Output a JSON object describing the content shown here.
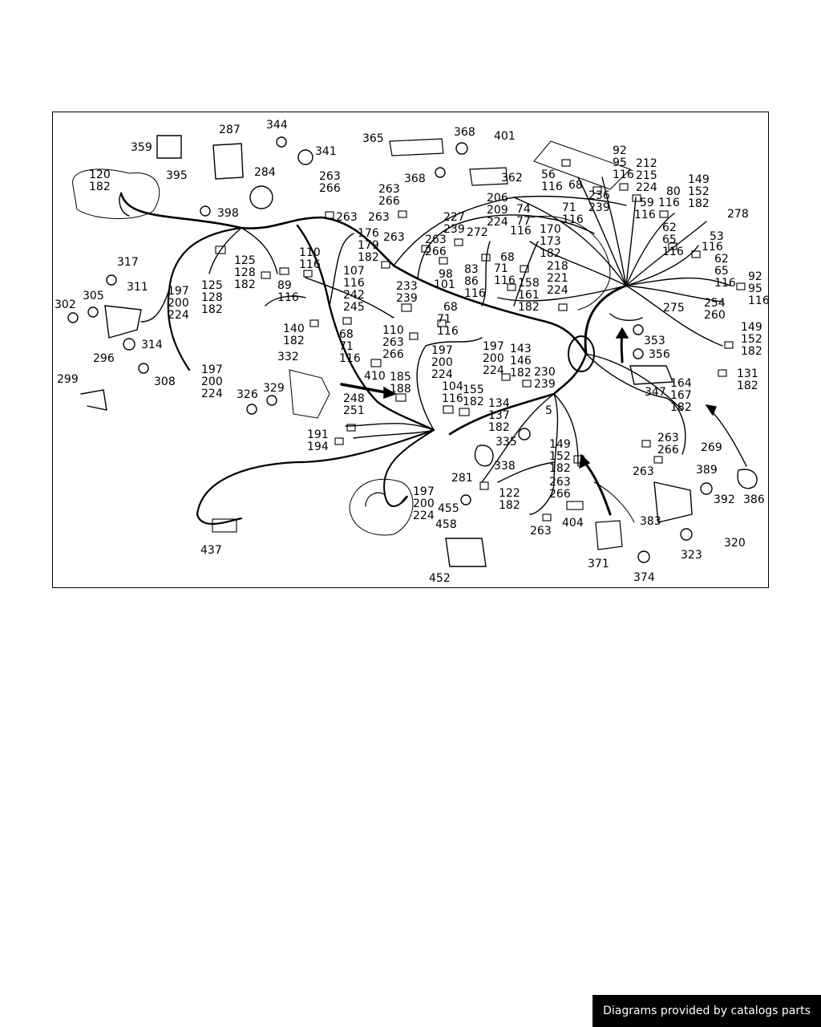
{
  "credit": "Diagrams provided by catalogs parts",
  "callouts": [
    {
      "id": "c359",
      "lines": [
        "359"
      ]
    },
    {
      "id": "c287",
      "lines": [
        "287"
      ]
    },
    {
      "id": "c344",
      "lines": [
        "344"
      ]
    },
    {
      "id": "c341",
      "lines": [
        "341"
      ]
    },
    {
      "id": "c365",
      "lines": [
        "365"
      ]
    },
    {
      "id": "c368a",
      "lines": [
        "368"
      ]
    },
    {
      "id": "c401",
      "lines": [
        "401"
      ]
    },
    {
      "id": "c92a",
      "lines": [
        "92",
        "95",
        "116"
      ]
    },
    {
      "id": "c212",
      "lines": [
        "212",
        "215",
        "224"
      ]
    },
    {
      "id": "c149a",
      "lines": [
        "149",
        "152",
        "182"
      ]
    },
    {
      "id": "c120",
      "lines": [
        "120",
        "182"
      ]
    },
    {
      "id": "c395",
      "lines": [
        "395"
      ]
    },
    {
      "id": "c284",
      "lines": [
        "284"
      ]
    },
    {
      "id": "c263a",
      "lines": [
        "263",
        "266"
      ]
    },
    {
      "id": "c263b",
      "lines": [
        "263",
        "266"
      ]
    },
    {
      "id": "c368b",
      "lines": [
        "368"
      ]
    },
    {
      "id": "c362",
      "lines": [
        "362"
      ]
    },
    {
      "id": "c56",
      "lines": [
        "56",
        "116"
      ]
    },
    {
      "id": "c68a",
      "lines": [
        "68"
      ]
    },
    {
      "id": "c71a",
      "lines": [
        "71",
        "116"
      ]
    },
    {
      "id": "c236",
      "lines": [
        "236",
        "239"
      ]
    },
    {
      "id": "c80",
      "lines": [
        "80"
      ]
    },
    {
      "id": "c59",
      "lines": [
        "59"
      ]
    },
    {
      "id": "c116a",
      "lines": [
        "116"
      ]
    },
    {
      "id": "c278",
      "lines": [
        "278"
      ]
    },
    {
      "id": "c398",
      "lines": [
        "398"
      ]
    },
    {
      "id": "c263c",
      "lines": [
        "263"
      ]
    },
    {
      "id": "c263d",
      "lines": [
        "263"
      ]
    },
    {
      "id": "c206",
      "lines": [
        "206",
        "209",
        "224"
      ]
    },
    {
      "id": "c74",
      "lines": [
        "74",
        "77"
      ]
    },
    {
      "id": "c227",
      "lines": [
        "227",
        "239"
      ]
    },
    {
      "id": "c272",
      "lines": [
        "272"
      ]
    },
    {
      "id": "c116b",
      "lines": [
        "116"
      ]
    },
    {
      "id": "c170",
      "lines": [
        "170",
        "173",
        "182"
      ]
    },
    {
      "id": "c116c",
      "lines": [
        "116"
      ]
    },
    {
      "id": "c62a",
      "lines": [
        "62",
        "65",
        "116"
      ]
    },
    {
      "id": "c53",
      "lines": [
        "53"
      ]
    },
    {
      "id": "c116d",
      "lines": [
        "116"
      ]
    },
    {
      "id": "c62b",
      "lines": [
        "62",
        "65",
        "116"
      ]
    },
    {
      "id": "c176",
      "lines": [
        "176",
        "179",
        "182"
      ]
    },
    {
      "id": "c263e",
      "lines": [
        "263"
      ]
    },
    {
      "id": "c263f",
      "lines": [
        "263",
        "266"
      ]
    },
    {
      "id": "c317",
      "lines": [
        "317"
      ]
    },
    {
      "id": "c125a",
      "lines": [
        "125",
        "128",
        "182"
      ]
    },
    {
      "id": "c110a",
      "lines": [
        "110",
        "116"
      ]
    },
    {
      "id": "c107",
      "lines": [
        "107",
        "116",
        "242",
        "245"
      ]
    },
    {
      "id": "c98",
      "lines": [
        "98"
      ]
    },
    {
      "id": "c83",
      "lines": [
        "83",
        "86",
        "116"
      ]
    },
    {
      "id": "c68b",
      "lines": [
        "68"
      ]
    },
    {
      "id": "c71b",
      "lines": [
        "71",
        "116"
      ]
    },
    {
      "id": "c158",
      "lines": [
        "158",
        "161",
        "182"
      ]
    },
    {
      "id": "c218",
      "lines": [
        "218",
        "221",
        "224"
      ]
    },
    {
      "id": "c92b",
      "lines": [
        "92",
        "95",
        "116"
      ]
    },
    {
      "id": "c311",
      "lines": [
        "311"
      ]
    },
    {
      "id": "c197a",
      "lines": [
        "197",
        "200",
        "224"
      ]
    },
    {
      "id": "c125b",
      "lines": [
        "125",
        "128",
        "182"
      ]
    },
    {
      "id": "c89",
      "lines": [
        "89",
        "116"
      ]
    },
    {
      "id": "c233",
      "lines": [
        "233",
        "239"
      ]
    },
    {
      "id": "c101",
      "lines": [
        "101"
      ]
    },
    {
      "id": "c68c",
      "lines": [
        "68"
      ]
    },
    {
      "id": "c71c",
      "lines": [
        "71",
        "116"
      ]
    },
    {
      "id": "c275",
      "lines": [
        "275"
      ]
    },
    {
      "id": "c254",
      "lines": [
        "254",
        "260"
      ]
    },
    {
      "id": "c302",
      "lines": [
        "302"
      ]
    },
    {
      "id": "c305",
      "lines": [
        "305"
      ]
    },
    {
      "id": "c140",
      "lines": [
        "140",
        "182"
      ]
    },
    {
      "id": "c68d",
      "lines": [
        "68",
        "71",
        "116"
      ]
    },
    {
      "id": "c110b",
      "lines": [
        "110",
        "263",
        "266"
      ]
    },
    {
      "id": "c353",
      "lines": [
        "353"
      ]
    },
    {
      "id": "c356",
      "lines": [
        "356"
      ]
    },
    {
      "id": "c149b",
      "lines": [
        "149",
        "152",
        "182"
      ]
    },
    {
      "id": "c296",
      "lines": [
        "296"
      ]
    },
    {
      "id": "c314",
      "lines": [
        "314"
      ]
    },
    {
      "id": "c332",
      "lines": [
        "332"
      ]
    },
    {
      "id": "c197b",
      "lines": [
        "197",
        "200",
        "224"
      ]
    },
    {
      "id": "c197c",
      "lines": [
        "197",
        "200",
        "224"
      ]
    },
    {
      "id": "c143",
      "lines": [
        "143",
        "146",
        "182"
      ]
    },
    {
      "id": "c230",
      "lines": [
        "230",
        "239"
      ]
    },
    {
      "id": "c131",
      "lines": [
        "131",
        "182"
      ]
    },
    {
      "id": "c299",
      "lines": [
        "299"
      ]
    },
    {
      "id": "c308",
      "lines": [
        "308"
      ]
    },
    {
      "id": "c197d",
      "lines": [
        "197",
        "200",
        "224"
      ]
    },
    {
      "id": "c410",
      "lines": [
        "410"
      ]
    },
    {
      "id": "c185",
      "lines": [
        "185",
        "188"
      ]
    },
    {
      "id": "c104",
      "lines": [
        "104",
        "116"
      ]
    },
    {
      "id": "c155",
      "lines": [
        "155",
        "182"
      ]
    },
    {
      "id": "c164",
      "lines": [
        "164",
        "167",
        "182"
      ]
    },
    {
      "id": "c347",
      "lines": [
        "347"
      ]
    },
    {
      "id": "c326",
      "lines": [
        "326"
      ]
    },
    {
      "id": "c329",
      "lines": [
        "329"
      ]
    },
    {
      "id": "c248",
      "lines": [
        "248",
        "251"
      ]
    },
    {
      "id": "c134",
      "lines": [
        "134",
        "137",
        "182"
      ]
    },
    {
      "id": "c5",
      "lines": [
        "5"
      ]
    },
    {
      "id": "c191",
      "lines": [
        "191",
        "194"
      ]
    },
    {
      "id": "c335",
      "lines": [
        "335"
      ]
    },
    {
      "id": "c263g",
      "lines": [
        "263",
        "266"
      ]
    },
    {
      "id": "c269",
      "lines": [
        "269"
      ]
    },
    {
      "id": "c149c",
      "lines": [
        "149",
        "152",
        "182"
      ]
    },
    {
      "id": "c338",
      "lines": [
        "338"
      ]
    },
    {
      "id": "c263h",
      "lines": [
        "263"
      ]
    },
    {
      "id": "c389",
      "lines": [
        "389"
      ]
    },
    {
      "id": "c281",
      "lines": [
        "281"
      ]
    },
    {
      "id": "c263i",
      "lines": [
        "263",
        "266"
      ]
    },
    {
      "id": "c392",
      "lines": [
        "392"
      ]
    },
    {
      "id": "c386",
      "lines": [
        "386"
      ]
    },
    {
      "id": "c197e",
      "lines": [
        "197",
        "200",
        "224"
      ]
    },
    {
      "id": "c122",
      "lines": [
        "122",
        "182"
      ]
    },
    {
      "id": "c455",
      "lines": [
        "455"
      ]
    },
    {
      "id": "c458",
      "lines": [
        "458"
      ]
    },
    {
      "id": "c404",
      "lines": [
        "404"
      ]
    },
    {
      "id": "c263j",
      "lines": [
        "263"
      ]
    },
    {
      "id": "c383",
      "lines": [
        "383"
      ]
    },
    {
      "id": "c320",
      "lines": [
        "320"
      ]
    },
    {
      "id": "c437",
      "lines": [
        "437"
      ]
    },
    {
      "id": "c323",
      "lines": [
        "323"
      ]
    },
    {
      "id": "c371",
      "lines": [
        "371"
      ]
    },
    {
      "id": "c452",
      "lines": [
        "452"
      ]
    },
    {
      "id": "c374",
      "lines": [
        "374"
      ]
    }
  ]
}
